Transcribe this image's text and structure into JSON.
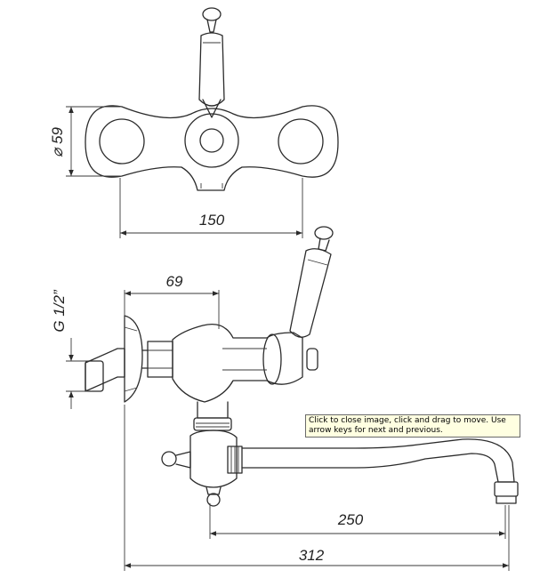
{
  "dimensions": {
    "diameter_label": "⌀ 59",
    "width_top": "150",
    "offset": "69",
    "thread": "G 1/2”",
    "spout_reach": "250",
    "overall_length": "312"
  },
  "tooltip": {
    "text": "Click to close image, click and drag to move. Use arrow keys for next and previous."
  }
}
